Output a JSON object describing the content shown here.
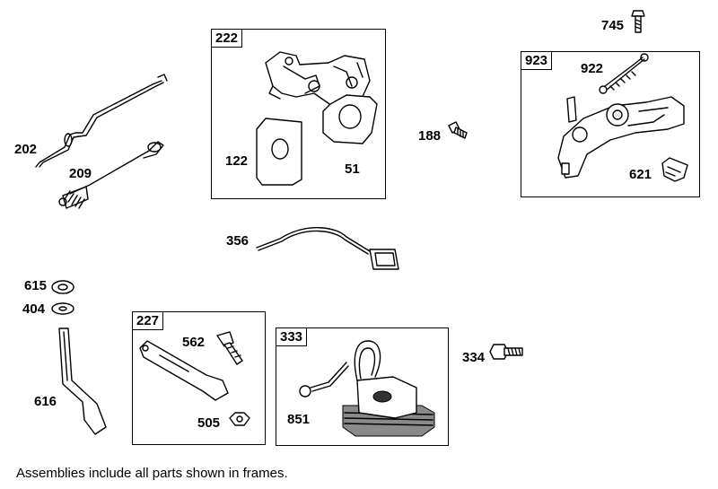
{
  "caption": "Assemblies include all parts shown in frames.",
  "frames": {
    "f222": "222",
    "f923": "923",
    "f227": "227",
    "f333": "333"
  },
  "parts": {
    "p745": "745",
    "p922": "922",
    "p188": "188",
    "p122": "122",
    "p51": "51",
    "p621": "621",
    "p202": "202",
    "p209": "209",
    "p356": "356",
    "p615": "615",
    "p404": "404",
    "p616": "616",
    "p562": "562",
    "p505": "505",
    "p851": "851",
    "p334": "334"
  }
}
